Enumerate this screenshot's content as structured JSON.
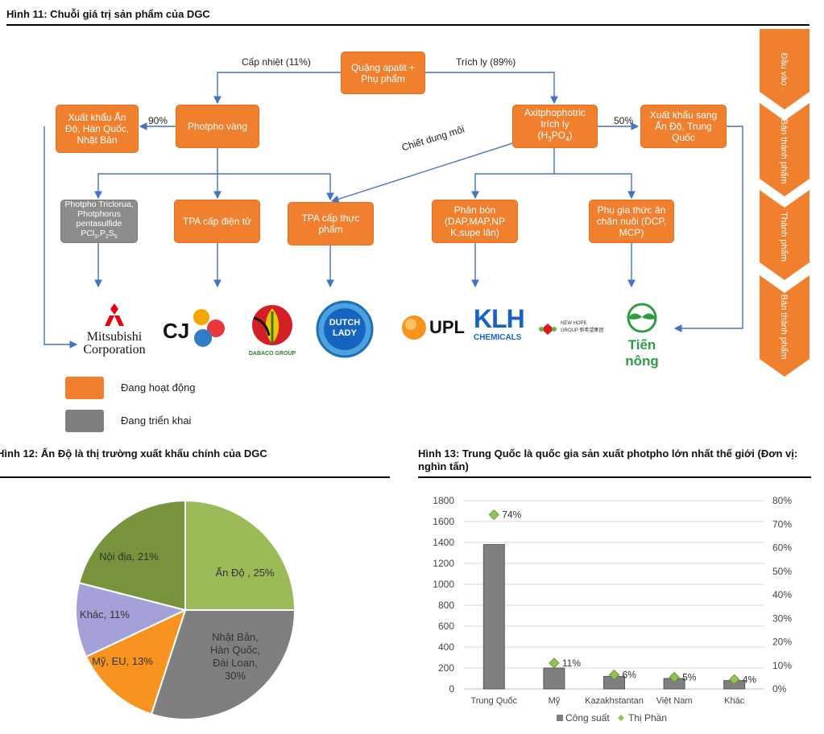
{
  "fig11": {
    "title": "Hình 11: Chuỗi giá trị sản phẩm của DGC",
    "nodes": {
      "source": "Quặng apatit + Phụ phẩm",
      "yellow_p": "Photpho vàng",
      "export_left": "Xuất khẩu Ấn Độ, Hàn Quốc, Nhật Bản",
      "acid": "Axitphophotric trích ly (H3PO4)",
      "export_right": "Xuất khẩu sang Ấn Độ, Trung Quốc",
      "pcl": "Photpho Triclorua, Photphorus pentasulfide PCl3,P2S5",
      "tpa_e": "TPA cấp điện tử",
      "tpa_f": "TPA cấp thực phẩm",
      "fert": "Phân bón (DAP,MAP,NP K,supe lân)",
      "feed": "Phụ gia thức ăn chăn nuôi (DCP, MCP)"
    },
    "edge_labels": {
      "heat": "Cấp nhiệt (11%)",
      "extract": "Trích ly (89%)",
      "p90": "90%",
      "p50": "50%",
      "solvent": "Chiết dung môi"
    },
    "stages": [
      "Đầu vào",
      "Bán thành phẩm",
      "Thành phẩm",
      "Bán thành phẩm"
    ],
    "logos": {
      "mitsubishi_1": "Mitsubishi",
      "mitsubishi_2": "Corporation",
      "cj": "CJ",
      "dabaco": "DABACO GROUP",
      "dutch": "DUTCH LADY",
      "upl": "UPL",
      "klh_1": "KLH",
      "klh_2": "CHEMICALS",
      "newhope": "NEW HOPE GROUP 新希望集团",
      "tiennong": "Tiến nông"
    },
    "legend": {
      "active": "Đang hoạt động",
      "deploying": "Đang triển khai"
    },
    "colors": {
      "active": "#F07F2E",
      "deploying": "#8C8C8C"
    }
  },
  "fig12": {
    "title": "Hình 12: Ấn Độ là thị trường xuất khẩu chính của DGC",
    "chart_data": {
      "type": "pie",
      "labels": [
        "Ấn Độ",
        "Nhật Bản, Hàn Quốc, Đài Loan",
        "Mỹ, EU",
        "Khác",
        "Nội địa"
      ],
      "values": [
        25,
        30,
        13,
        11,
        21
      ],
      "data_labels": [
        "Ấn Độ , 25%",
        "Nhật Bản, Hàn Quốc, Đài Loan, 30%",
        "Mỹ, EU, 13%",
        "Khác, 11%",
        "Nội địa, 21%"
      ],
      "colors": [
        "#9BBB59",
        "#7F7F7F",
        "#F7931E",
        "#A4A0D8",
        "#77933C"
      ]
    }
  },
  "fig13": {
    "title": "Hình 13: Trung Quốc là quốc gia sản xuất photpho lớn nhất thế giới (Đơn vị: nghìn tấn)",
    "chart_data": {
      "type": "bar",
      "categories": [
        "Trung Quốc",
        "Mỹ",
        "Kazakhstantan",
        "Việt Nam",
        "Khác"
      ],
      "series": [
        {
          "name": "Công suất",
          "values": [
            1380,
            200,
            120,
            100,
            80
          ],
          "axis": "left"
        },
        {
          "name": "Thị Phần",
          "values": [
            74,
            11,
            6,
            5,
            4
          ],
          "axis": "right",
          "marker": "diamond"
        }
      ],
      "data_labels": [
        "74%",
        "11%",
        "6%",
        "5%",
        "4%"
      ],
      "y_ticks": [
        "0",
        "200",
        "400",
        "600",
        "800",
        "1000",
        "1200",
        "1400",
        "1600",
        "1800"
      ],
      "y2_ticks": [
        "0%",
        "10%",
        "20%",
        "30%",
        "40%",
        "50%",
        "60%",
        "70%",
        "80%"
      ],
      "ylim": [
        0,
        1800
      ],
      "y2lim": [
        0,
        80
      ],
      "grid": true,
      "legend_position": "bottom",
      "colors": {
        "bars": "#7F7F7F",
        "markers": "#92C353"
      }
    }
  }
}
